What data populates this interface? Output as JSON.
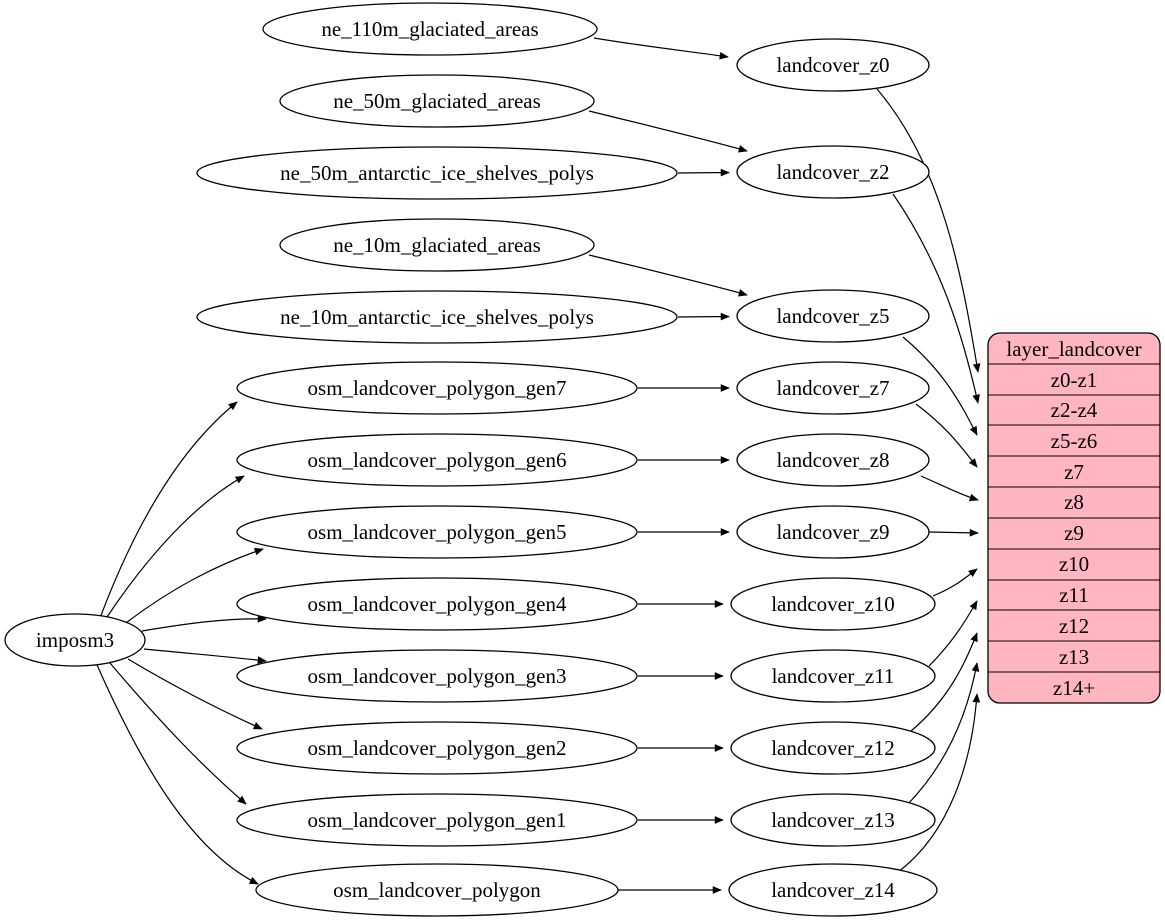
{
  "diagram": {
    "root": {
      "label": "imposm3"
    },
    "sources": [
      {
        "label": "ne_110m_glaciated_areas"
      },
      {
        "label": "ne_50m_glaciated_areas"
      },
      {
        "label": "ne_50m_antarctic_ice_shelves_polys"
      },
      {
        "label": "ne_10m_glaciated_areas"
      },
      {
        "label": "ne_10m_antarctic_ice_shelves_polys"
      },
      {
        "label": "osm_landcover_polygon_gen7"
      },
      {
        "label": "osm_landcover_polygon_gen6"
      },
      {
        "label": "osm_landcover_polygon_gen5"
      },
      {
        "label": "osm_landcover_polygon_gen4"
      },
      {
        "label": "osm_landcover_polygon_gen3"
      },
      {
        "label": "osm_landcover_polygon_gen2"
      },
      {
        "label": "osm_landcover_polygon_gen1"
      },
      {
        "label": "osm_landcover_polygon"
      }
    ],
    "layers": [
      {
        "label": "landcover_z0"
      },
      {
        "label": "landcover_z2"
      },
      {
        "label": "landcover_z5"
      },
      {
        "label": "landcover_z7"
      },
      {
        "label": "landcover_z8"
      },
      {
        "label": "landcover_z9"
      },
      {
        "label": "landcover_z10"
      },
      {
        "label": "landcover_z11"
      },
      {
        "label": "landcover_z12"
      },
      {
        "label": "landcover_z13"
      },
      {
        "label": "landcover_z14"
      }
    ],
    "table": {
      "title": "layer_landcover",
      "rows": [
        "z0-z1",
        "z2-z4",
        "z5-z6",
        "z7",
        "z8",
        "z9",
        "z10",
        "z11",
        "z12",
        "z13",
        "z14+"
      ],
      "fill_color": "#ffb6c1",
      "stroke_color": "#000000"
    },
    "edges": [
      {
        "from": "imposm3",
        "to": "osm_landcover_polygon_gen7"
      },
      {
        "from": "imposm3",
        "to": "osm_landcover_polygon_gen6"
      },
      {
        "from": "imposm3",
        "to": "osm_landcover_polygon_gen5"
      },
      {
        "from": "imposm3",
        "to": "osm_landcover_polygon_gen4"
      },
      {
        "from": "imposm3",
        "to": "osm_landcover_polygon_gen3"
      },
      {
        "from": "imposm3",
        "to": "osm_landcover_polygon_gen2"
      },
      {
        "from": "imposm3",
        "to": "osm_landcover_polygon_gen1"
      },
      {
        "from": "imposm3",
        "to": "osm_landcover_polygon"
      },
      {
        "from": "ne_110m_glaciated_areas",
        "to": "landcover_z0"
      },
      {
        "from": "ne_50m_glaciated_areas",
        "to": "landcover_z2"
      },
      {
        "from": "ne_50m_antarctic_ice_shelves_polys",
        "to": "landcover_z2"
      },
      {
        "from": "ne_10m_glaciated_areas",
        "to": "landcover_z5"
      },
      {
        "from": "ne_10m_antarctic_ice_shelves_polys",
        "to": "landcover_z5"
      },
      {
        "from": "osm_landcover_polygon_gen7",
        "to": "landcover_z7"
      },
      {
        "from": "osm_landcover_polygon_gen6",
        "to": "landcover_z8"
      },
      {
        "from": "osm_landcover_polygon_gen5",
        "to": "landcover_z9"
      },
      {
        "from": "osm_landcover_polygon_gen4",
        "to": "landcover_z10"
      },
      {
        "from": "osm_landcover_polygon_gen3",
        "to": "landcover_z11"
      },
      {
        "from": "osm_landcover_polygon_gen2",
        "to": "landcover_z12"
      },
      {
        "from": "osm_landcover_polygon_gen1",
        "to": "landcover_z13"
      },
      {
        "from": "osm_landcover_polygon",
        "to": "landcover_z14"
      },
      {
        "from": "landcover_z0",
        "to": "layer_landcover.z0-z1"
      },
      {
        "from": "landcover_z2",
        "to": "layer_landcover.z2-z4"
      },
      {
        "from": "landcover_z5",
        "to": "layer_landcover.z5-z6"
      },
      {
        "from": "landcover_z7",
        "to": "layer_landcover.z7"
      },
      {
        "from": "landcover_z8",
        "to": "layer_landcover.z8"
      },
      {
        "from": "landcover_z9",
        "to": "layer_landcover.z9"
      },
      {
        "from": "landcover_z10",
        "to": "layer_landcover.z10"
      },
      {
        "from": "landcover_z11",
        "to": "layer_landcover.z11"
      },
      {
        "from": "landcover_z12",
        "to": "layer_landcover.z12"
      },
      {
        "from": "landcover_z13",
        "to": "layer_landcover.z13"
      },
      {
        "from": "landcover_z14",
        "to": "layer_landcover.z14+"
      }
    ]
  }
}
